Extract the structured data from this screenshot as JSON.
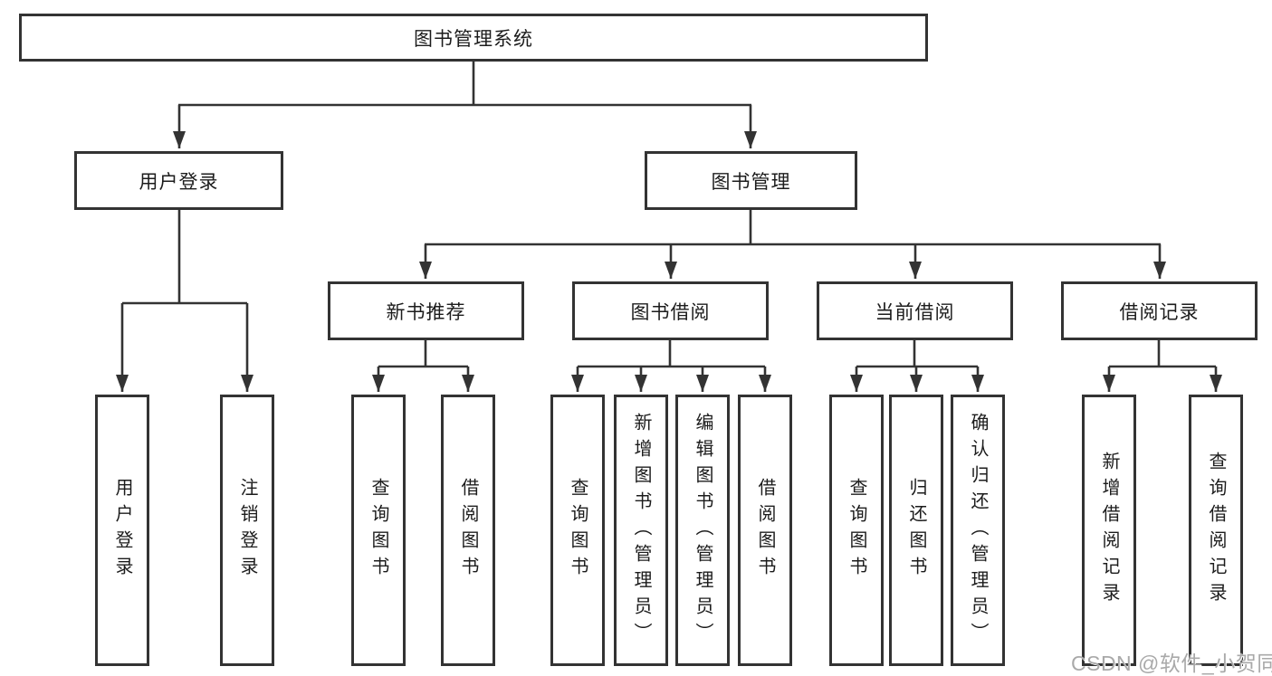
{
  "tree": {
    "label": "图书管理系统",
    "children": [
      {
        "label": "用户登录",
        "children": [
          {
            "label": "用户登录"
          },
          {
            "label": "注销登录"
          }
        ]
      },
      {
        "label": "图书管理",
        "children": [
          {
            "label": "新书推荐",
            "children": [
              {
                "label": "查询图书"
              },
              {
                "label": "借阅图书"
              }
            ]
          },
          {
            "label": "图书借阅",
            "children": [
              {
                "label": "查询图书"
              },
              {
                "label": "新增图书（管理员）"
              },
              {
                "label": "编辑图书（管理员）"
              },
              {
                "label": "借阅图书"
              }
            ]
          },
          {
            "label": "当前借阅",
            "children": [
              {
                "label": "查询图书"
              },
              {
                "label": "归还图书"
              },
              {
                "label": "确认归还（管理员）"
              }
            ]
          },
          {
            "label": "借阅记录",
            "children": [
              {
                "label": "新增借阅记录"
              },
              {
                "label": "查询借阅记录"
              }
            ]
          }
        ]
      }
    ]
  },
  "watermark": {
    "text": "CSDN @软件_小贺同学"
  },
  "colors": {
    "line": "#333333",
    "box_fill": "#ffffff",
    "text": "#1c1c1c",
    "watermark": "#a9a9a9"
  }
}
